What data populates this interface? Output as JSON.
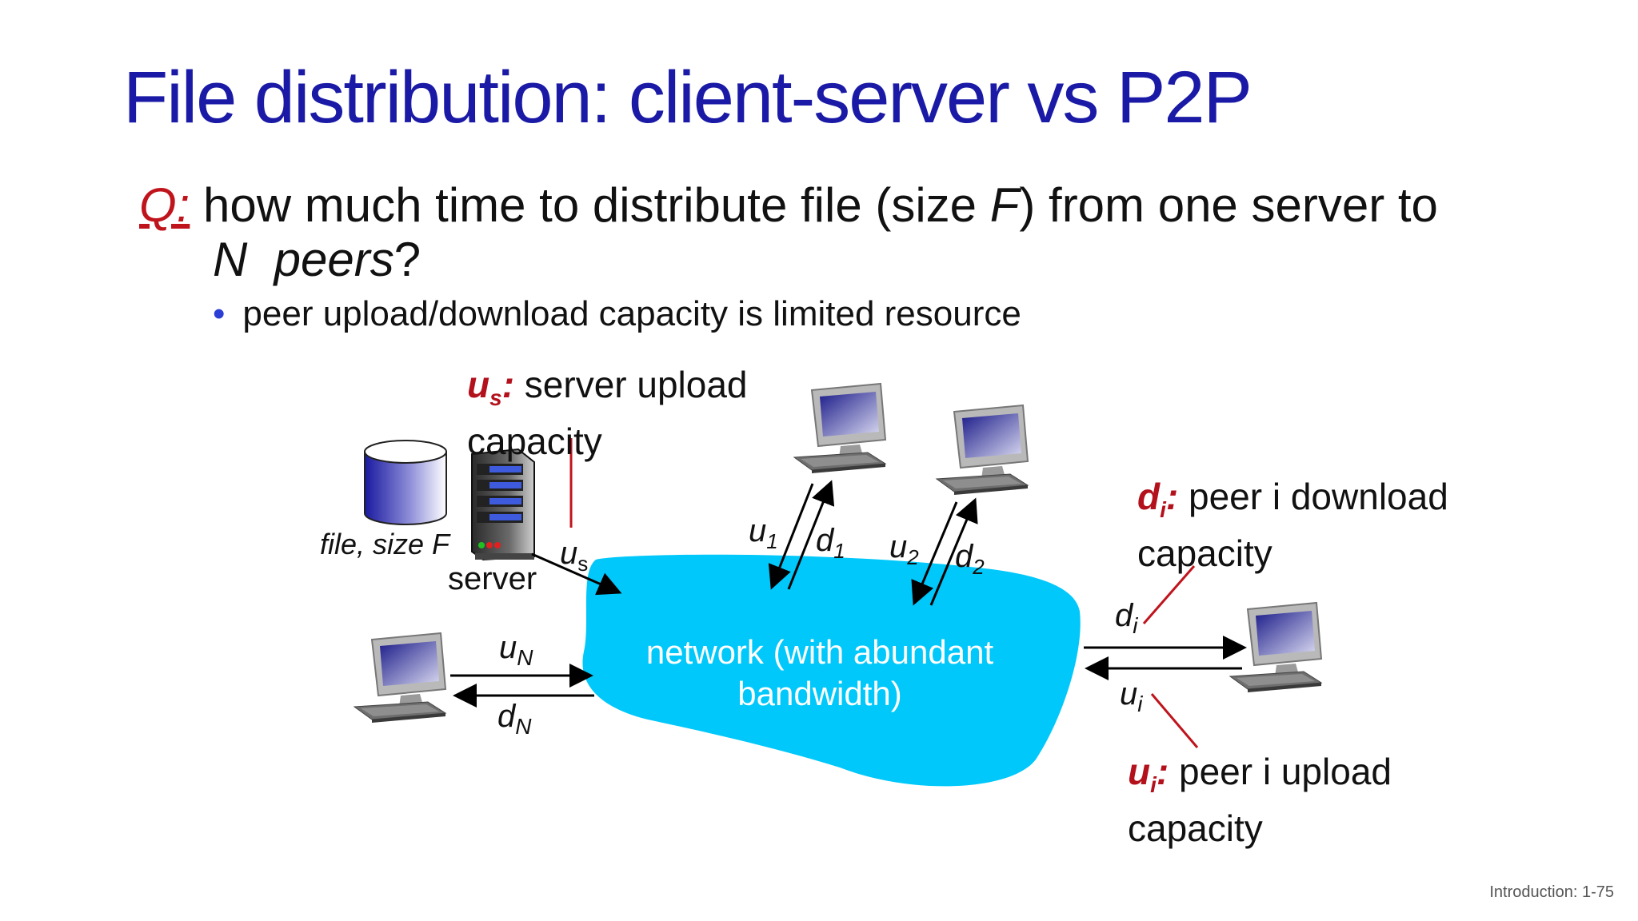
{
  "slide": {
    "title": "File distribution: client-server vs P2P",
    "question_marker": "Q:",
    "question_part1": " how much time to distribute file (size ",
    "question_F": "F",
    "question_part2": ") from one server to",
    "question_N": "N  peers",
    "question_end": "?",
    "bullet": "peer upload/download capacity is limited resource"
  },
  "diagram": {
    "us_callout": {
      "sym": "u",
      "sub": "s",
      "colon": ":",
      "line1": " server upload",
      "line2": "capacity"
    },
    "di_callout": {
      "sym": "d",
      "sub": "i",
      "colon": ":",
      "line1": " peer i download",
      "line2": "capacity"
    },
    "ui_callout": {
      "sym": "u",
      "sub": "i",
      "colon": ":",
      "line1": " peer i upload",
      "line2": "capacity"
    },
    "file_label": "file, size F",
    "server_label": "server",
    "network_line1": "network (with abundant",
    "network_line2": "bandwidth)",
    "link_labels": {
      "u1_sym": "u",
      "u1_sub": "1",
      "d1_sym": "d",
      "d1_sub": "1",
      "u2_sym": "u",
      "u2_sub": "2",
      "d2_sym": "d",
      "d2_sub": "2",
      "us_sym": "u",
      "us_sub": "s",
      "uN_sym": "u",
      "uN_sub": "N",
      "dN_sym": "d",
      "dN_sub": "N",
      "di_sym": "d",
      "di_sub": "i",
      "ui_sym": "u",
      "ui_sub": "i"
    },
    "colors": {
      "network": "#00c8fa",
      "accent_red": "#b3121c",
      "title_blue": "#1a1aa6"
    }
  },
  "footer": "Introduction: 1-75"
}
